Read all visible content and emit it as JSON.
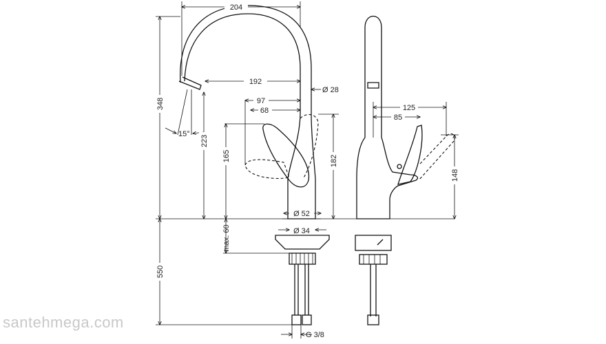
{
  "dimensions": {
    "d204": "204",
    "d192": "192",
    "d97": "97",
    "d68": "68",
    "d28": "Ø 28",
    "d348": "348",
    "d223": "223",
    "d165": "165",
    "d182": "182",
    "d15": "15°",
    "d52": "Ø 52",
    "d34": "Ø 34",
    "d60": "max. 60",
    "d550": "550",
    "dG38": "G 3/8",
    "d125": "125",
    "d85": "85",
    "d148": "148"
  },
  "watermark": "santehmega.com"
}
